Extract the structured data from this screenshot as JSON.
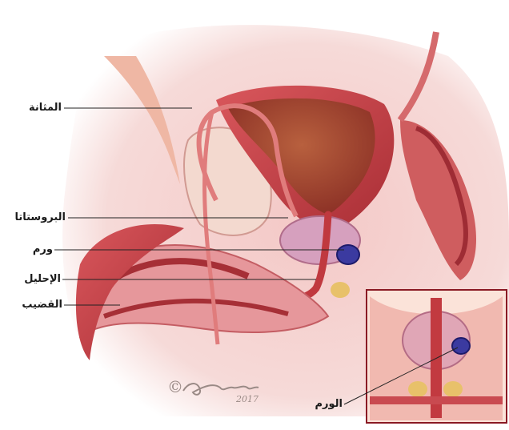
{
  "labels": {
    "bladder": "المثانة",
    "prostate": "البروستاتا",
    "tumor": "ورم",
    "urethra": "الإحليل",
    "penis": "القضيب",
    "inset_tumor": "الورم"
  },
  "signature": {
    "text": "Terese Winslow 2017"
  },
  "colors": {
    "tissue_pink": "#e9a3a6",
    "muscle_red": "#c9474c",
    "dark_red": "#8f1f25",
    "bladder_inner": "#b24a36",
    "tumor_blue": "#3b3aa0",
    "gland_yellow": "#e8c16a",
    "inset_border": "#8a1a24",
    "leader": "#222222"
  }
}
